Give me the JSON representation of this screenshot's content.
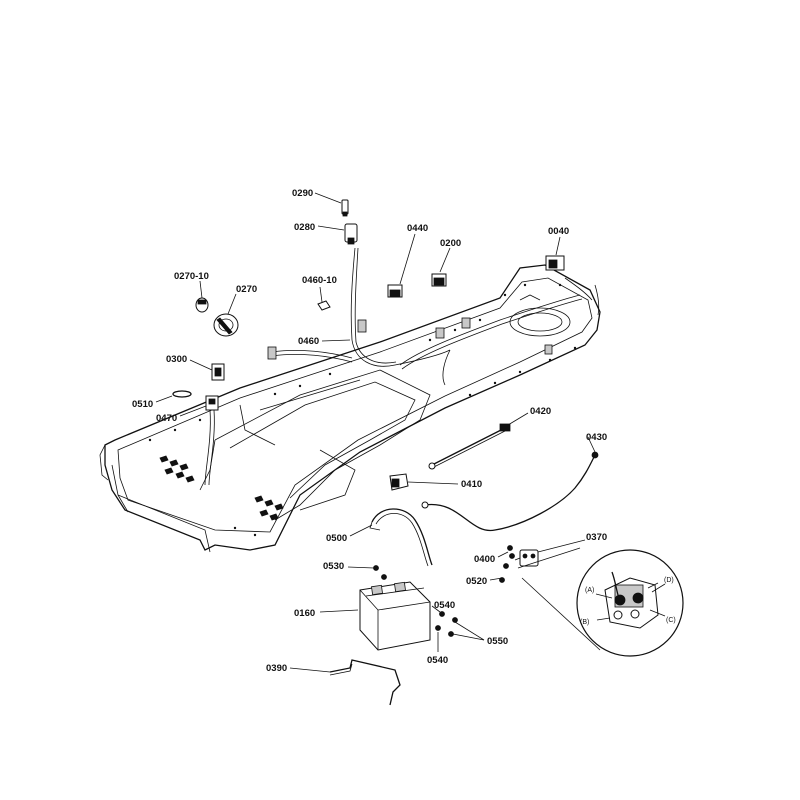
{
  "callouts": {
    "p0290": "0290",
    "p0280": "0280",
    "p0440": "0440",
    "p0200": "0200",
    "p0040": "0040",
    "p0270_10": "0270-10",
    "p0270": "0270",
    "p0460_10": "0460-10",
    "p0460": "0460",
    "p0300": "0300",
    "p0510": "0510",
    "p0470": "0470",
    "p0420": "0420",
    "p0430": "0430",
    "p0410": "0410",
    "p0370": "0370",
    "p0500": "0500",
    "p0400": "0400",
    "p0520": "0520",
    "p0530": "0530",
    "p0160": "0160",
    "p0540a": "0540",
    "p0550": "0550",
    "p0540b": "0540",
    "p0390": "0390"
  },
  "detail_labels": {
    "a": "(A)",
    "b": "(B)",
    "c": "(C)",
    "d": "(D)"
  }
}
